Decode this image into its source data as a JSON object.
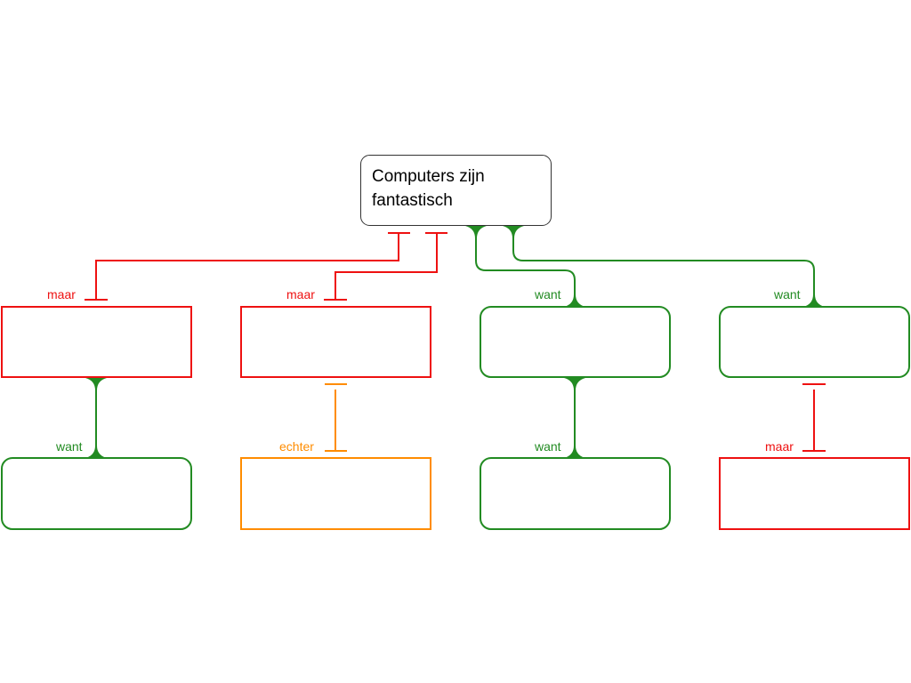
{
  "colors": {
    "red": "#ee1111",
    "green": "#228b22",
    "orange": "#ff8c00",
    "root_border": "#333333"
  },
  "root": {
    "line1": "Computers zijn",
    "line2": "fantastisch"
  },
  "connectors": [
    {
      "id": "c1",
      "label": "maar",
      "type": "oppose",
      "color": "red"
    },
    {
      "id": "c2",
      "label": "maar",
      "type": "oppose",
      "color": "red"
    },
    {
      "id": "c3",
      "label": "want",
      "type": "support",
      "color": "green"
    },
    {
      "id": "c4",
      "label": "want",
      "type": "support",
      "color": "green"
    },
    {
      "id": "c5",
      "label": "want",
      "type": "support",
      "color": "green"
    },
    {
      "id": "c6",
      "label": "echter",
      "type": "rebuttal",
      "color": "orange"
    },
    {
      "id": "c7",
      "label": "want",
      "type": "support",
      "color": "green"
    },
    {
      "id": "c8",
      "label": "maar",
      "type": "oppose",
      "color": "red"
    }
  ]
}
